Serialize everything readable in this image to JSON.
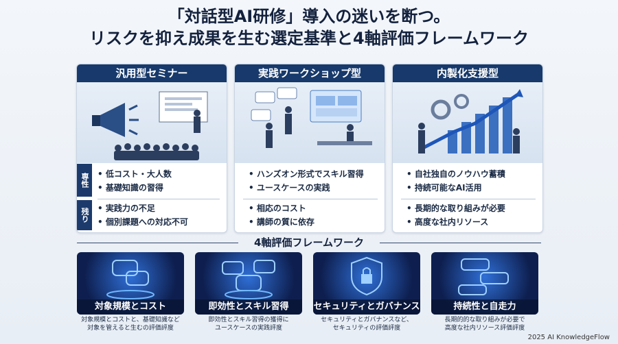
{
  "title": {
    "line1": "「対話型AI研修」導入の迷いを断つ。",
    "line2": "リスクを抑え成果を生む選定基準と4軸評価フレームワーク"
  },
  "cards": [
    {
      "header": "汎用型セミナー",
      "pros_tag": "専性",
      "cons_tag": "残り",
      "pros": [
        "低コスト・大人数",
        "基礎知識の習得"
      ],
      "cons": [
        "実践力の不足",
        "個別課題への対応不可"
      ]
    },
    {
      "header": "実践ワークショップ型",
      "pros": [
        "ハンズオン形式でスキル習得",
        "ユースケースの実践"
      ],
      "cons": [
        "相応のコスト",
        "講師の質に依存"
      ]
    },
    {
      "header": "内製化支援型",
      "pros": [
        "自社独自のノウハウ蓄積",
        "持続可能なAI活用"
      ],
      "cons": [
        "長期的な取り組みが必要",
        "高度な社内リソース"
      ]
    }
  ],
  "framework": {
    "title": "4軸評価フレームワーク",
    "items": [
      {
        "label": "対象規模とコスト",
        "desc1": "対象規模とコストと、基礎知識など",
        "desc2": "対象を管えると生むの評価評度"
      },
      {
        "label": "即効性とスキル習得",
        "desc1": "即効性とスキル習得の獲得に",
        "desc2": "ユースケースの実践評度"
      },
      {
        "label": "セキュリティとガバナンス",
        "desc1": "セキュリティとガバナンスなど、",
        "desc2": "セキュリティの評価評度"
      },
      {
        "label": "持続性と自走力",
        "desc1": "長期的的な取り組みが必要で",
        "desc2": "高度な社内リソース評価評度"
      }
    ]
  },
  "footer": "2025 AI KnowledgeFlow",
  "colors": {
    "navy": "#17396b",
    "glow": "#2f6fd6"
  },
  "icons": [
    "megaphone-icon",
    "presentation-screen-icon",
    "chat-bubbles-icon",
    "gears-icon",
    "growth-arrow-icon",
    "shield-lock-icon"
  ]
}
